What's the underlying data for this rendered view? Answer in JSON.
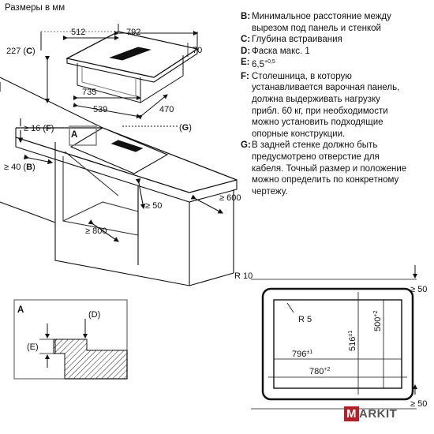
{
  "title": "Размеры в мм",
  "legend": [
    {
      "key": "B",
      "text": "Минимальное расстояние между\nвырезом под панель и стенкой"
    },
    {
      "key": "C",
      "text": "Глубина встраивания"
    },
    {
      "key": "D",
      "text": "Фаска макс. 1"
    },
    {
      "key": "E",
      "text": "6,5",
      "sup": "+0,5"
    },
    {
      "key": "F",
      "text": "Столешница, в которую\nустанавливается варочная панель,\nдолжна выдерживать нагрузку\nприбл. 60 кг, при необходимости\nможно установить подходящие\nопорные конструкции."
    },
    {
      "key": "G",
      "text": "В задней стенке должно быть\nпредусмотрено отверстие для\nкабеля. Точный размер и положение\nможно определить по конкретному\nчертежу."
    }
  ],
  "dims_top": {
    "w512": "512",
    "w792": "792",
    "d227": "227 (",
    "d227_key": "C",
    "d227_end": ")",
    "h70": "70",
    "w735": "735",
    "w539": "539",
    "d470": "470"
  },
  "dims_mid": {
    "f16": "≥ 16 (",
    "f16_key": "F",
    "f16_end": ")",
    "b40": "≥ 40 (",
    "b40_key": "B",
    "b40_end": ")",
    "g": "(",
    "g_key": "G",
    "g_end": ")",
    "a": "A",
    "d50": "≥ 50",
    "d800": "≥ 800",
    "d600": "≥ 600"
  },
  "detail": {
    "label": "A",
    "d": "(D)",
    "e": "(E)"
  },
  "cutout": {
    "r10": "R 10",
    "r5": "R 5",
    "w796": "796",
    "w796_tol": "±1",
    "w780": "780",
    "w780_tol": "+2",
    "h516": "516",
    "h516_tol": "±1",
    "h500": "500",
    "h500_tol": "+2",
    "top50": "≥ 50",
    "bot50": "≥ 50"
  },
  "logo": {
    "first": "M",
    "rest": "ARKIT"
  }
}
